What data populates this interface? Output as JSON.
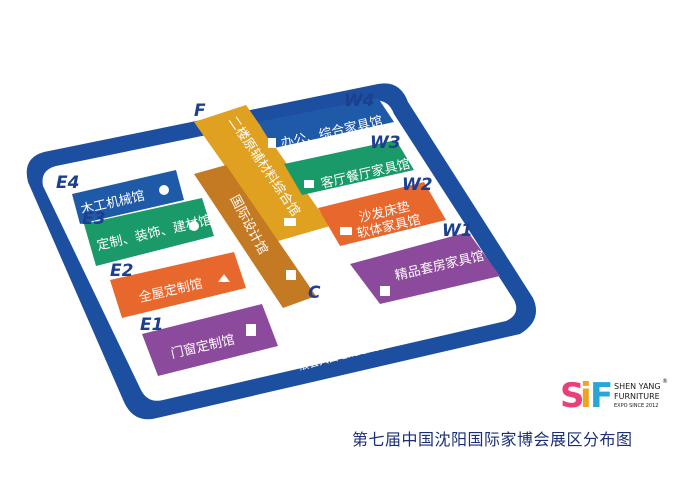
{
  "halls": {
    "F": {
      "code": "F",
      "label": "二楼原辅材料综合馆",
      "color": "#e0a020"
    },
    "C": {
      "code": "C",
      "label": "国际设计馆",
      "color": "#c47a22"
    },
    "W4": {
      "code": "W4",
      "label": "办公、综合家具馆",
      "color": "#1f5aa8"
    },
    "W3": {
      "code": "W3",
      "label": "客厅餐厅家具馆",
      "color": "#1a9a68"
    },
    "W2": {
      "code": "W2",
      "label_line1": "沙发床垫",
      "label_line2": "软体家具馆",
      "color": "#e8672c"
    },
    "W1": {
      "code": "W1",
      "label": "精品套房家具馆",
      "color": "#8c4a9c"
    },
    "E4": {
      "code": "E4",
      "label": "木工机械馆",
      "color": "#1f5aa8"
    },
    "E3": {
      "code": "E3",
      "label": "定制、装饰、建材馆",
      "color": "#1a9a68"
    },
    "E2": {
      "code": "E2",
      "label": "全屋定制馆",
      "color": "#e8672c"
    },
    "E1": {
      "code": "E1",
      "label": "门窗定制馆",
      "color": "#8c4a9c"
    }
  },
  "entrance": "展会入口 Entrance",
  "colors": {
    "frame": "#1d4fa0",
    "floor": "#ffffff"
  },
  "logo": {
    "letters": [
      "S",
      "i",
      "F"
    ],
    "line1": "SHEN YANG",
    "line2": "FURNITURE",
    "line3": "EXPO SINCE 2012",
    "reg": "®"
  },
  "caption": "第七届中国沈阳国际家博会展区分布图"
}
